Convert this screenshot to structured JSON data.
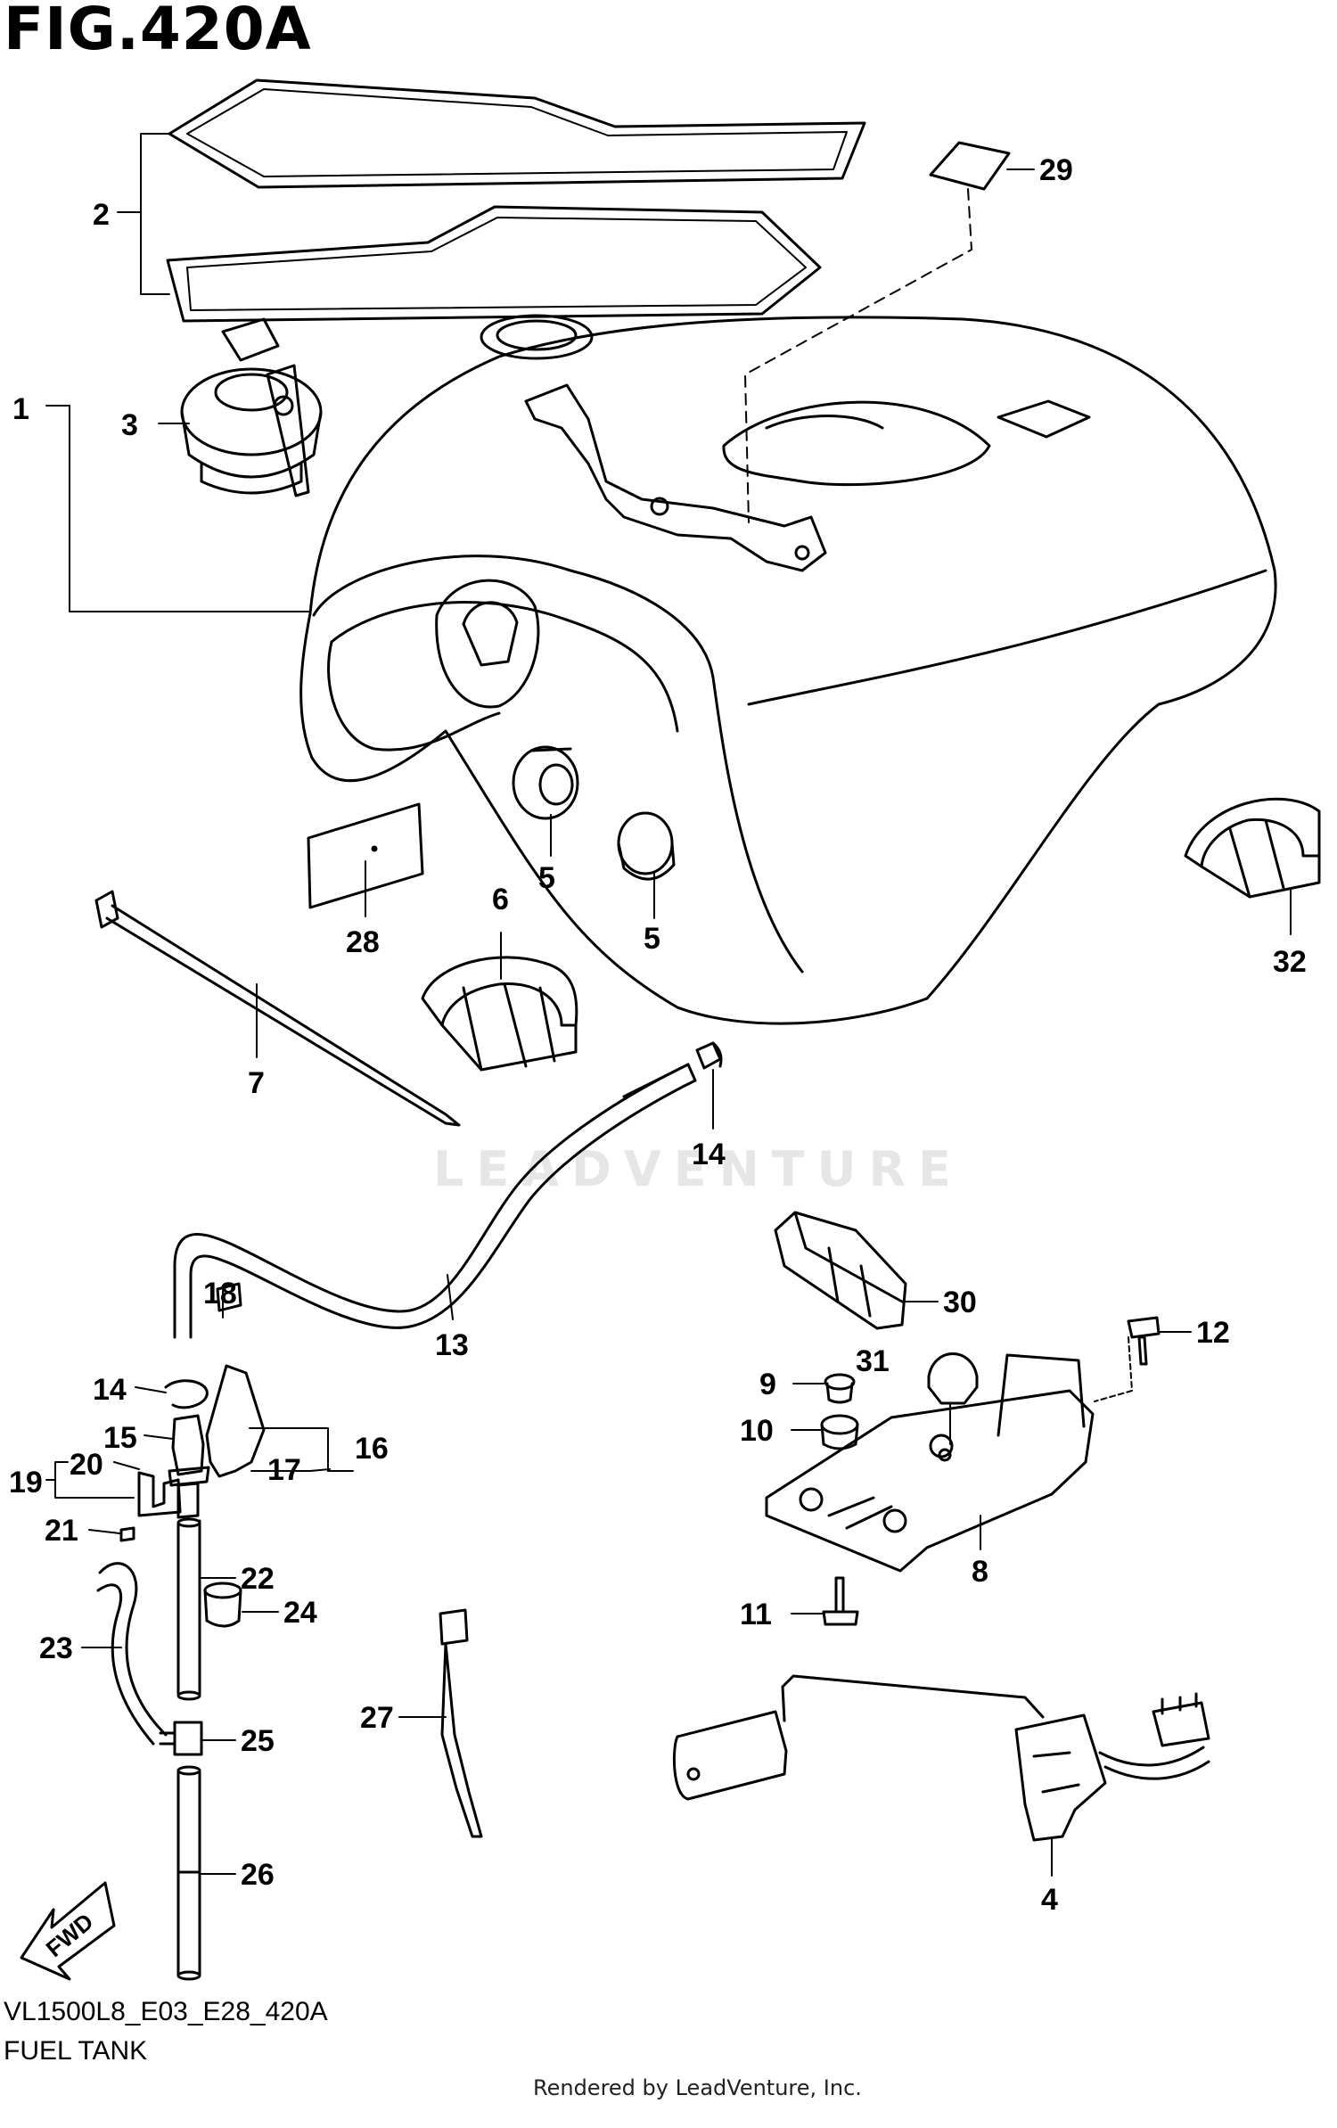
{
  "header": {
    "figure_title": "FIG.420A"
  },
  "footer": {
    "model_code": "VL1500L8_E03_E28_420A",
    "section_name": "FUEL TANK",
    "rendered_by": "Rendered by LeadVenture, Inc."
  },
  "watermark": {
    "text": "LEADVENTURE"
  },
  "callouts": {
    "c1": "1",
    "c2": "2",
    "c3": "3",
    "c4": "4",
    "c5a": "5",
    "c5b": "5",
    "c6": "6",
    "c7": "7",
    "c8": "8",
    "c9": "9",
    "c10": "10",
    "c11": "11",
    "c12": "12",
    "c13": "13",
    "c14a": "14",
    "c14b": "14",
    "c15": "15",
    "c16": "16",
    "c17": "17",
    "c18": "18",
    "c19": "19",
    "c20": "20",
    "c21": "21",
    "c22": "22",
    "c23": "23",
    "c24": "24",
    "c25": "25",
    "c26": "26",
    "c27": "27",
    "c28": "28",
    "c29": "29",
    "c30": "30",
    "c31": "31",
    "c32": "32"
  },
  "fwd_label": "FWD"
}
